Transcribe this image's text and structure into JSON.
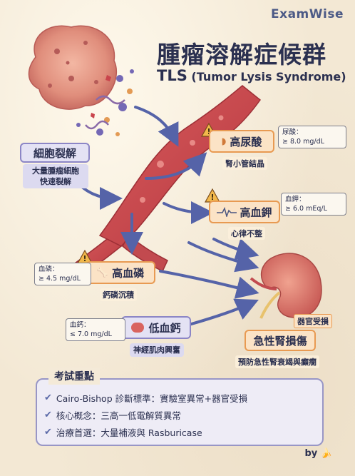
{
  "brand": "ExamWise",
  "title": {
    "cn": "腫瘤溶解症候群",
    "en_abbr": "TLS",
    "en_full": "(Tumor Lysis Syndrome)"
  },
  "cell_lysis": {
    "label": "細胞裂解",
    "sub_line1": "大量腫瘤細胞",
    "sub_line2": "快速裂解"
  },
  "hyperuricemia": {
    "label": "高尿酸",
    "sub": "腎小管結晶",
    "lab_name": "尿酸：",
    "lab_value": "≥ 8.0 mg/dL"
  },
  "hyperkalemia": {
    "label": "高血鉀",
    "sub": "心律不整",
    "lab_name": "血鉀：",
    "lab_value": "≥ 6.0 mEq/L"
  },
  "hyperphosphatemia": {
    "label": "高血磷",
    "sub": "鈣磷沉積",
    "lab_name": "血磷：",
    "lab_value": "≥ 4.5 mg/dL"
  },
  "hypocalcemia": {
    "label": "低血鈣",
    "sub": "神經肌肉興奮",
    "lab_name": "血鈣：",
    "lab_value": "≤ 7.0 mg/dL"
  },
  "aki": {
    "label": "急性腎損傷",
    "tag": "器官受損",
    "sub": "預防急性腎衰竭與癲癇"
  },
  "key_points": {
    "title": "考試重點",
    "items": [
      "Cairo-Bishop 診斷標準：實驗室異常+器官受損",
      "核心概念：三高一低電解質異常",
      "治療首選：大量補液與 Rasburicase"
    ]
  },
  "footer": {
    "by": "by"
  },
  "colors": {
    "orange_border": "#e89a52",
    "purple_border": "#8c86c6",
    "arrow_blue": "#5563a8",
    "vessel_red": "#c9444c"
  }
}
